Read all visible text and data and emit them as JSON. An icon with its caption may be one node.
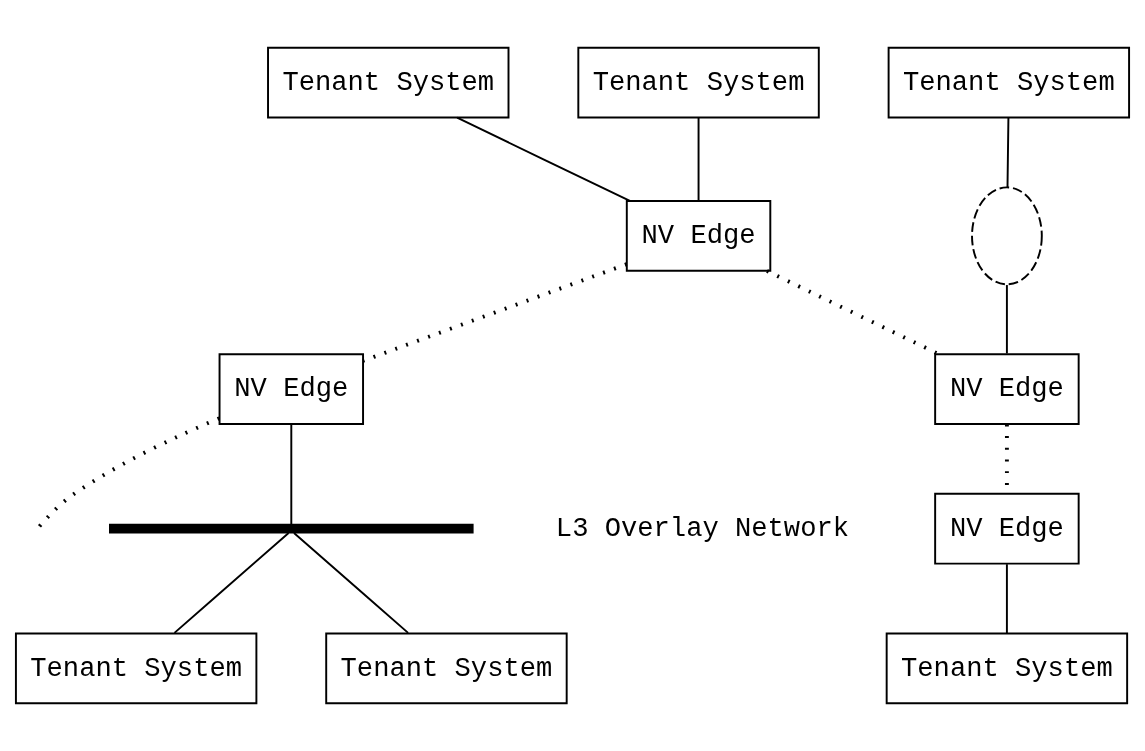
{
  "diagram": {
    "nodes": [
      {
        "text": [
          "Tenant System"
        ]
      },
      {
        "text": [
          "Tenant System"
        ]
      },
      {
        "text": [],
        "shape": "cloud"
      },
      {
        "text": [
          "NV Edge"
        ]
      },
      {
        "text": [
          "NV Edge"
        ]
      },
      {
        "text": [
          "NV Edge"
        ]
      },
      {
        "text": [
          "Tenant System"
        ]
      },
      {
        "text": [
          "Tenant System"
        ]
      },
      {
        "text": [
          "NV Edge"
        ]
      },
      {
        "text": [],
        "shape": "bar"
      },
      {
        "text": [
          "Tenant System"
        ]
      },
      {
        "text": [
          "Tenant System"
        ]
      }
    ],
    "edges": [
      {
        "from": 0,
        "to": 3,
        "arrow": "none"
      },
      {
        "from": 1,
        "to": 2,
        "arrow": "none"
      },
      {
        "from": 2,
        "to": 4,
        "arrow": "none"
      },
      {
        "from": 3,
        "to": 4,
        "arrow": "none",
        "style": "dashed"
      },
      {
        "from": 7,
        "to": 3,
        "arrow": "none"
      },
      {
        "from": 4,
        "to": 5,
        "arrow": "none",
        "style": "dashed"
      },
      {
        "from": 5,
        "to": 6,
        "arrow": "none"
      },
      {
        "from": 3,
        "to": 8,
        "arrow": "none",
        "style": "dashed"
      },
      {
        "from": 8,
        "to": null,
        "arrow": "none",
        "style": "dashed"
      },
      {
        "from": 8,
        "to": 9,
        "arrow": "none"
      },
      {
        "from": 9,
        "to": 10,
        "arrow": "none"
      },
      {
        "from": 9,
        "to": 11,
        "arrow": "none"
      }
    ],
    "labels": [
      "L3 Overlay Network"
    ]
  }
}
